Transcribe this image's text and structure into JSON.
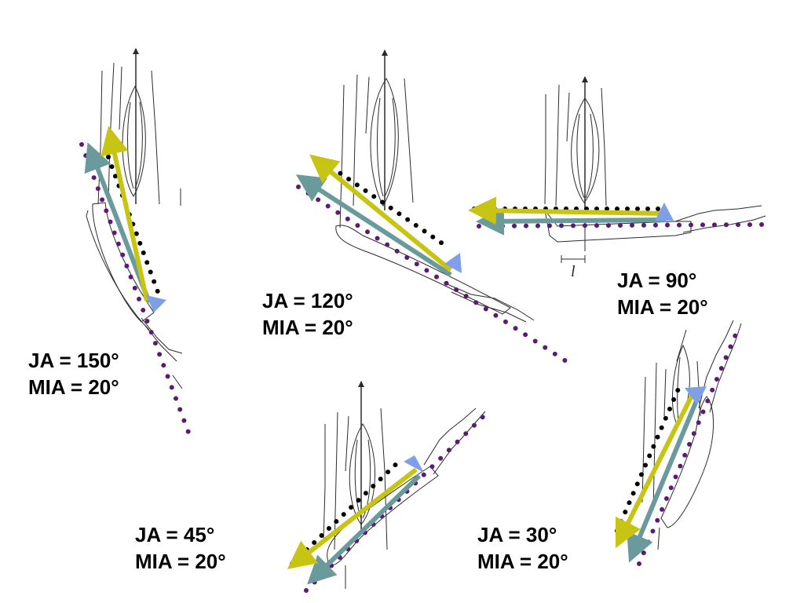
{
  "colors": {
    "background": "#ffffff",
    "sketch": "#2b2b2b",
    "muscle_force_arrow": "#c8c414",
    "tendon_force_arrow": "#6a9a9c",
    "arrowhead_accent": "#7f9fe6",
    "muscle_line_dots": "#000000",
    "forearm_line_dots": "#5c1a74"
  },
  "panels": [
    {
      "id": "ja150",
      "ja_text": "JA = 150°",
      "mia_text": "MIA = 20°"
    },
    {
      "id": "ja120",
      "ja_text": "JA = 120°",
      "mia_text": "MIA = 20°"
    },
    {
      "id": "ja90",
      "ja_text": "JA = 90°",
      "mia_text": "MIA = 20°"
    },
    {
      "id": "ja45",
      "ja_text": "JA = 45°",
      "mia_text": "MIA = 20°"
    },
    {
      "id": "ja30",
      "ja_text": "JA = 30°",
      "mia_text": "MIA = 20°"
    }
  ],
  "lever_label": "l"
}
